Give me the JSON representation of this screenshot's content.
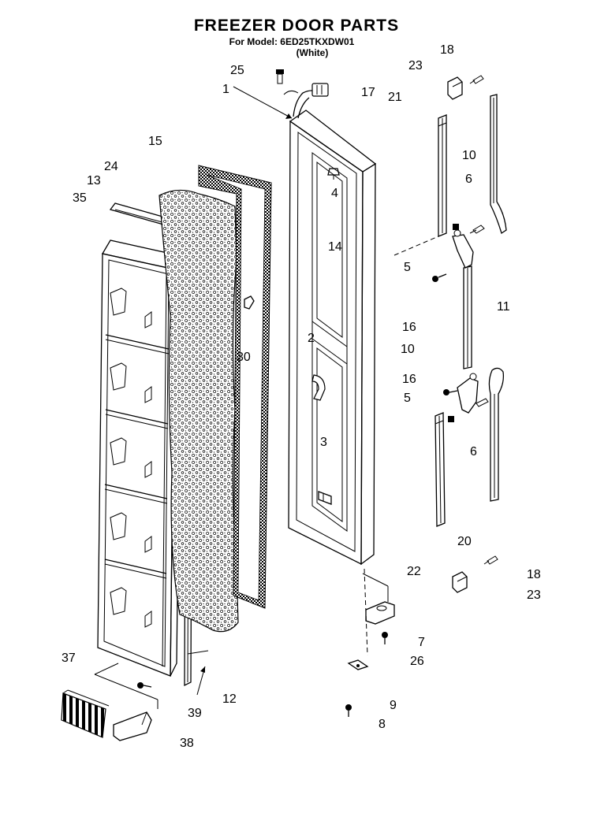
{
  "header": {
    "title": "FREEZER DOOR PARTS",
    "model": "For Model: 6ED25TKXDW01",
    "variant": "(White)"
  },
  "parts": [
    {
      "id": "p1",
      "number": "1"
    },
    {
      "id": "p2",
      "number": "2"
    },
    {
      "id": "p3",
      "number": "3"
    },
    {
      "id": "p4",
      "number": "4"
    },
    {
      "id": "p5a",
      "number": "5"
    },
    {
      "id": "p5b",
      "number": "5"
    },
    {
      "id": "p6a",
      "number": "6"
    },
    {
      "id": "p6b",
      "number": "6"
    },
    {
      "id": "p7",
      "number": "7"
    },
    {
      "id": "p8",
      "number": "8"
    },
    {
      "id": "p9",
      "number": "9"
    },
    {
      "id": "p10a",
      "number": "10"
    },
    {
      "id": "p10b",
      "number": "10"
    },
    {
      "id": "p11",
      "number": "11"
    },
    {
      "id": "p12",
      "number": "12"
    },
    {
      "id": "p13",
      "number": "13"
    },
    {
      "id": "p14",
      "number": "14"
    },
    {
      "id": "p15",
      "number": "15"
    },
    {
      "id": "p16a",
      "number": "16"
    },
    {
      "id": "p16b",
      "number": "16"
    },
    {
      "id": "p17",
      "number": "17"
    },
    {
      "id": "p18a",
      "number": "18"
    },
    {
      "id": "p18b",
      "number": "18"
    },
    {
      "id": "p20",
      "number": "20"
    },
    {
      "id": "p21",
      "number": "21"
    },
    {
      "id": "p22",
      "number": "22"
    },
    {
      "id": "p23a",
      "number": "23"
    },
    {
      "id": "p23b",
      "number": "23"
    },
    {
      "id": "p24",
      "number": "24"
    },
    {
      "id": "p25",
      "number": "25"
    },
    {
      "id": "p26",
      "number": "26"
    },
    {
      "id": "p30",
      "number": "30"
    },
    {
      "id": "p35",
      "number": "35"
    },
    {
      "id": "p37",
      "number": "37"
    },
    {
      "id": "p38",
      "number": "38"
    },
    {
      "id": "p39",
      "number": "39"
    }
  ]
}
